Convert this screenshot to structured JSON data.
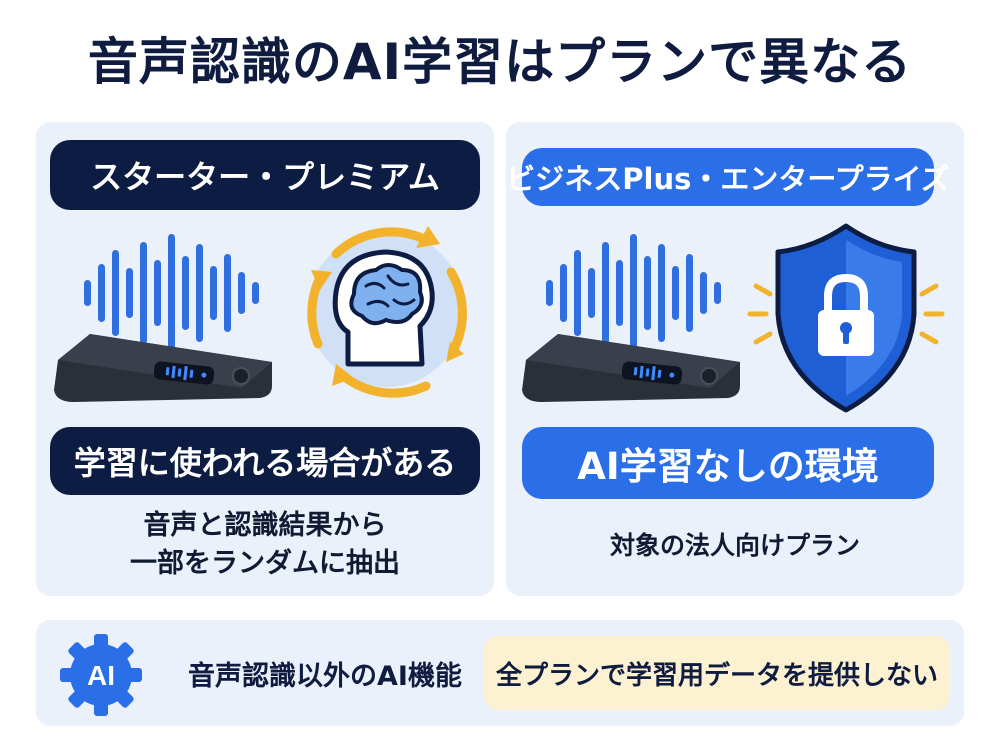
{
  "title": "音声認識のAI学習はプランで異なる",
  "left_panel": {
    "plan_label": "スターター・プレミアム",
    "status_label": "学習に使われる場合がある",
    "caption_line1": "音声と認識結果から",
    "caption_line2": "一部をランダムに抽出",
    "icons": [
      "sound-wave-icon",
      "recorder-device-icon",
      "brain-learning-cycle-icon"
    ]
  },
  "right_panel": {
    "plan_label": "ビジネスPlus・エンタープライズ",
    "status_label": "AI学習なしの環境",
    "caption": "対象の法人向けプラン",
    "icons": [
      "sound-wave-icon",
      "recorder-device-icon",
      "shield-lock-icon"
    ]
  },
  "bottom": {
    "gear_text": "AI",
    "label": "音声認識以外のAI機能",
    "note": "全プランで学習用データを提供しない"
  },
  "colors": {
    "navy": "#0d1c42",
    "blue": "#2a6ee8",
    "accent_yellow": "#f2b22c",
    "panel_bg": "#eaf1fb",
    "note_bg": "#fcf1d0"
  }
}
